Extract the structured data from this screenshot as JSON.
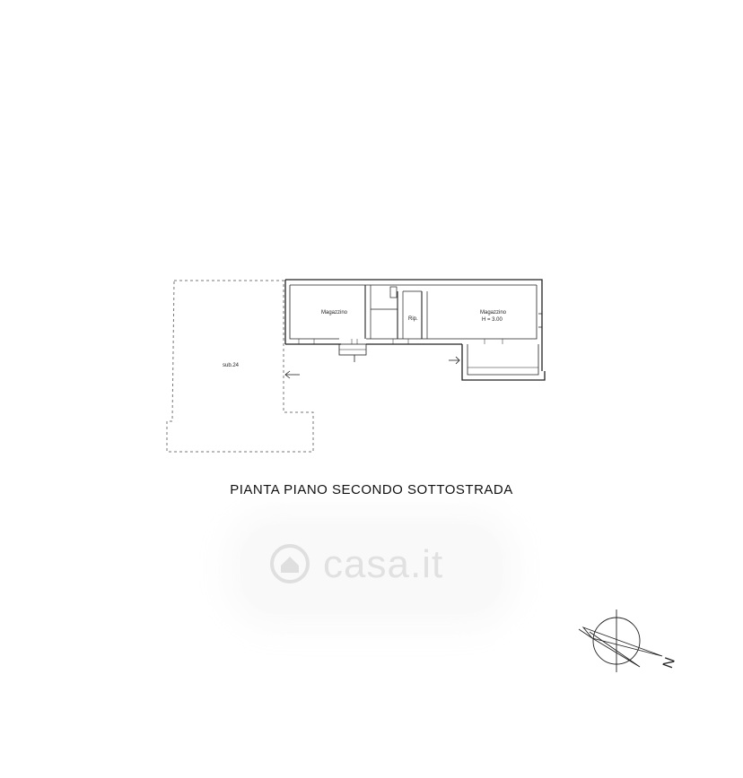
{
  "drawing": {
    "title": "PIANTA PIANO SECONDO SOTTOSTRADA",
    "rooms": [
      {
        "name": "Magazzino",
        "height_note": ""
      },
      {
        "name": "Rip.",
        "height_note": ""
      },
      {
        "name": "Magazzino",
        "height_note": "H = 3.00"
      }
    ],
    "adjacent_lot": "sub.24",
    "north_label": "N"
  },
  "watermark": {
    "brand": "casa.it"
  },
  "colors": {
    "line": "#222222",
    "dashed": "#777777",
    "watermark": "#bbbbbb"
  }
}
